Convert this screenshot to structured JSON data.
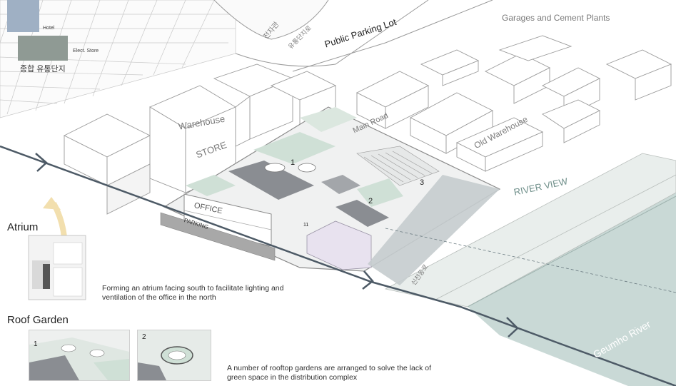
{
  "labels": {
    "public_parking_lot": "Public Parking Lot",
    "garages_cement": "Garages and Cement Plants",
    "warehouse": "Warehouse",
    "store": "STORE",
    "main_road": "Main Road",
    "old_warehouse": "Old Warehouse",
    "river_view": "RIVER VIEW",
    "geumho_river": "Geumho River",
    "office": "OFFICE",
    "parking": "PARKING",
    "korean_top": "전자관",
    "korean_complex": "종합 유통단지",
    "korean_road": "유통단지로",
    "korean_river_road": "신천동로",
    "hotel": "Hotel",
    "electronics": "Elect. Store",
    "num_1": "1",
    "num_2": "2",
    "num_3": "3",
    "num_11": "11"
  },
  "sections": {
    "atrium_title": "Atrium",
    "atrium_desc": "Forming an atrium facing south to facilitate lighting and ventilation of the office in the north",
    "roof_title": "Roof Garden",
    "roof_desc": "A number of rooftop gardens are arranged to solve the lack of green space in the distribution complex",
    "thumb1_num": "1",
    "thumb2_num": "2"
  },
  "colors": {
    "river": "#c9d9d6",
    "river_dark": "#b4c9c6",
    "green": "#cfe0d6",
    "building_line": "#9a9a9a",
    "arrow": "#4d5a66",
    "roof_dark": "#8a8d92"
  }
}
